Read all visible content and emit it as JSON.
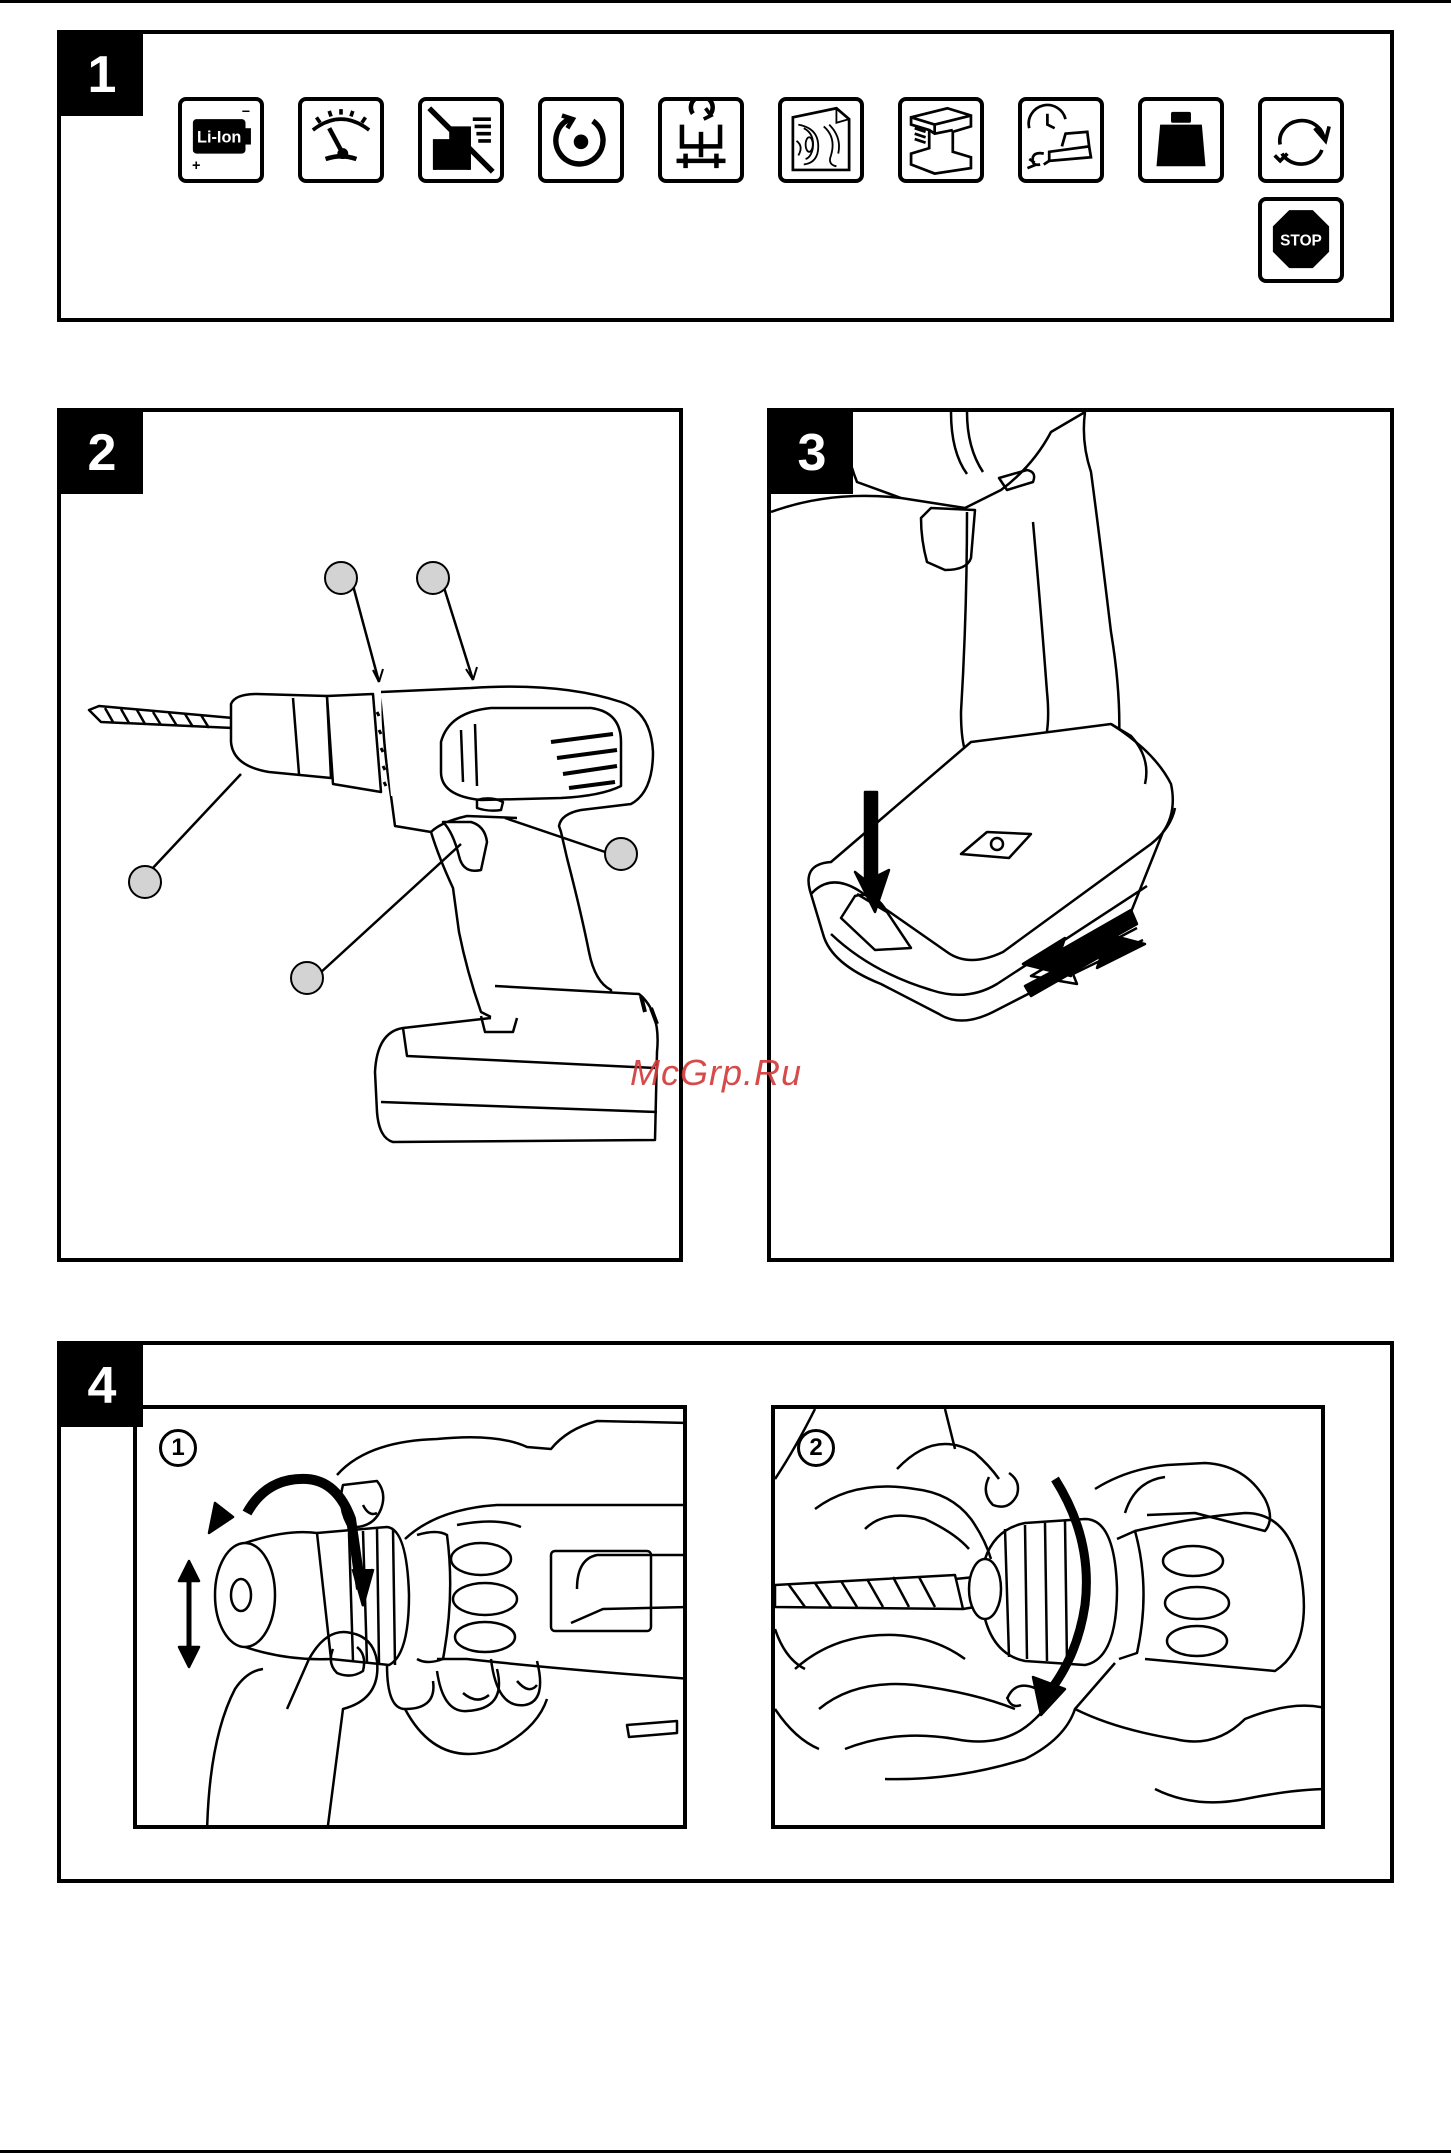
{
  "panels": {
    "p1": {
      "number": "1"
    },
    "p2": {
      "number": "2"
    },
    "p3": {
      "number": "3"
    },
    "p4": {
      "number": "4",
      "step1": "1",
      "step2": "2"
    }
  },
  "icons": {
    "battery": {
      "label": "Li-Ion",
      "plus": "+",
      "minus": "–"
    },
    "stop": {
      "label": "STOP"
    }
  },
  "watermark": "McGrp.Ru",
  "colors": {
    "line": "#000000",
    "callout": "#d3d3d3",
    "watermark": "#d23c3c"
  }
}
